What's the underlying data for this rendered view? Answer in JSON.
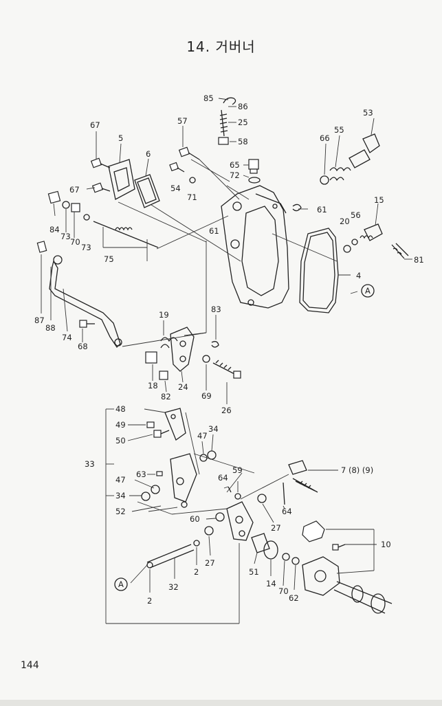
{
  "page": {
    "title": "14. 거버너",
    "page_number": "144"
  },
  "callouts": {
    "c85": "85",
    "c86": "86",
    "c25": "25",
    "c58": "58",
    "c53": "53",
    "c55": "55",
    "c66": "66",
    "c67a": "67",
    "c5": "5",
    "c6": "6",
    "c57": "57",
    "c65": "65",
    "c72": "72",
    "c67b": "67",
    "c54": "54",
    "c71": "71",
    "c61a": "61",
    "c15": "15",
    "c20": "20",
    "c56": "56",
    "c84": "84",
    "c73a": "73",
    "c70a": "70",
    "c73b": "73",
    "c75": "75",
    "c61b": "61",
    "c81": "81",
    "c4": "4",
    "cA1": "A",
    "c87": "87",
    "c88": "88",
    "c74": "74",
    "c68": "68",
    "c19": "19",
    "c83": "83",
    "c18": "18",
    "c82": "82",
    "c24": "24",
    "c69": "69",
    "c26": "26",
    "c48": "48",
    "c49": "49",
    "c50": "50",
    "c47a": "47",
    "c34a": "34",
    "c33": "33",
    "c63": "63",
    "c47b": "47",
    "c34b": "34",
    "c52": "52",
    "c64a": "64",
    "c59": "59",
    "c7": "7 (8) (9)",
    "c64b": "64",
    "c60": "60",
    "c27a": "27",
    "c10": "10",
    "c27b": "27",
    "c2a": "2",
    "c51": "51",
    "c14": "14",
    "c70b": "70",
    "c62": "62",
    "cA2": "A",
    "c32": "32",
    "c2b": "2"
  }
}
